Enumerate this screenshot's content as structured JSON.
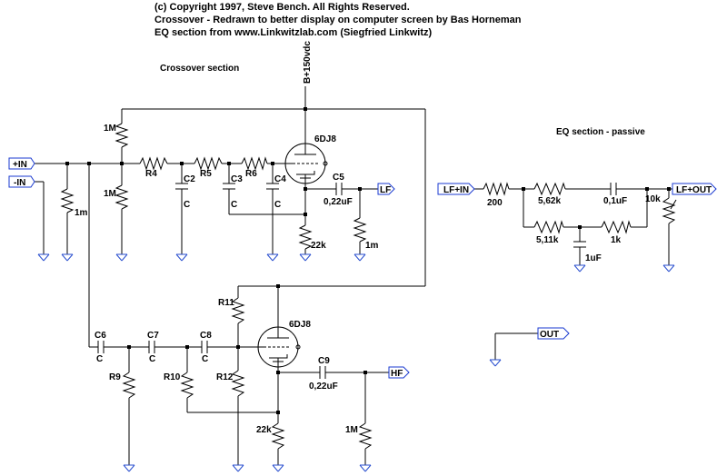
{
  "header": {
    "line1": "(c) Copyright 1997, Steve Bench. All Rights Reserved.",
    "line2": "Crossover - Redrawn to better display on computer screen by Bas Horneman",
    "line3": "EQ section from www.Linkwitzlab.com (Siegfried Linkwitz)"
  },
  "sections": {
    "crossover": "Crossover section",
    "eq": "EQ section - passive"
  },
  "supply": "B+150vdc",
  "ports": {
    "in_plus": "+IN",
    "in_minus": "-IN",
    "lf": "LF",
    "hf": "HF",
    "lf_in": "LF+IN",
    "lf_out": "LF+OUT",
    "out": "OUT"
  },
  "tubes": {
    "upper": "6DJ8",
    "lower": "6DJ8"
  },
  "components": {
    "r_top_div": "1M",
    "r_bot_div": "1M",
    "r_in": "1m",
    "r4": "R4",
    "r5": "R5",
    "r6": "R6",
    "c2": "C2",
    "c2_val": "C",
    "c3": "C3",
    "c3_val": "C",
    "c4": "C4",
    "c4_val": "C",
    "c5": "C5",
    "c5_val": "0,22uF",
    "r_cath_up": "22k",
    "r_lf_out": "1m",
    "c6": "C6",
    "c6_val": "C",
    "c7": "C7",
    "c7_val": "C",
    "c8": "C8",
    "c8_val": "C",
    "r9": "R9",
    "r10": "R10",
    "r11": "R11",
    "r12": "R12",
    "c9": "C9",
    "c9_val": "0,22uF",
    "r_cath_low": "22k",
    "r_hf_out": "1M"
  },
  "eq": {
    "r200": "200",
    "r562": "5,62k",
    "c01": "0,1uF",
    "r10k": "10k",
    "r511": "5,11k",
    "r1k": "1k",
    "c1": "1uF"
  }
}
